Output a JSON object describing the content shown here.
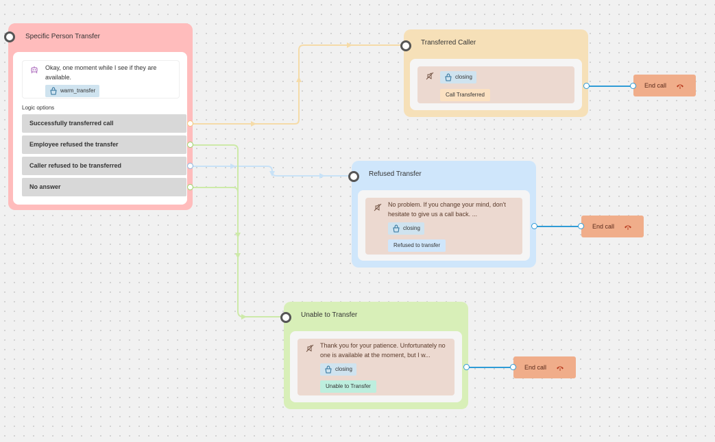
{
  "colors": {
    "specific": "#ffbcbc",
    "transferred": "#f6e0b8",
    "refused": "#cfe6fb",
    "unable": "#d8efb8",
    "end_call": "#f0ad8a",
    "connector_blue": "#2e9bd6",
    "edge_yellow": "#f5dba8",
    "edge_green": "#cdeaa8",
    "edge_blue": "#c8e2f7"
  },
  "specific_transfer": {
    "title": "Specific Person Transfer",
    "message": "Okay, one moment while I see if they are available.",
    "tag": "warm_transfer",
    "tag_icon": "basket-icon",
    "logic_label": "Logic options",
    "options": [
      {
        "label": "Successfully transferred call",
        "color": "#f2c77a"
      },
      {
        "label": "Employee refused the transfer",
        "color": "#9ad46a"
      },
      {
        "label": "Caller refused to be transferred",
        "color": "#8cb8e0"
      },
      {
        "label": "No answer",
        "color": "#9ad46a"
      }
    ]
  },
  "transferred_caller": {
    "title": "Transferred Caller",
    "tag": "closing",
    "label": "Call Transferred",
    "label_color": "#fbe1c1"
  },
  "refused_transfer": {
    "title": "Refused Transfer",
    "message": "No problem. If you change your mind, don't hesitate to give us a call back. ...",
    "tag": "closing",
    "label": "Refused to transfer",
    "label_color": "#cfe6fb"
  },
  "unable_transfer": {
    "title": "Unable to Transfer",
    "message": "Thank you for your patience. Unfortunately no one is available at the moment, but I w...",
    "tag": "closing",
    "label": "Unable to Transfer",
    "label_color": "#bdeede"
  },
  "end_calls": [
    {
      "label": "End call",
      "icon": "phone-hangup-icon"
    },
    {
      "label": "End call",
      "icon": "phone-hangup-icon"
    },
    {
      "label": "End call",
      "icon": "phone-hangup-icon"
    }
  ]
}
